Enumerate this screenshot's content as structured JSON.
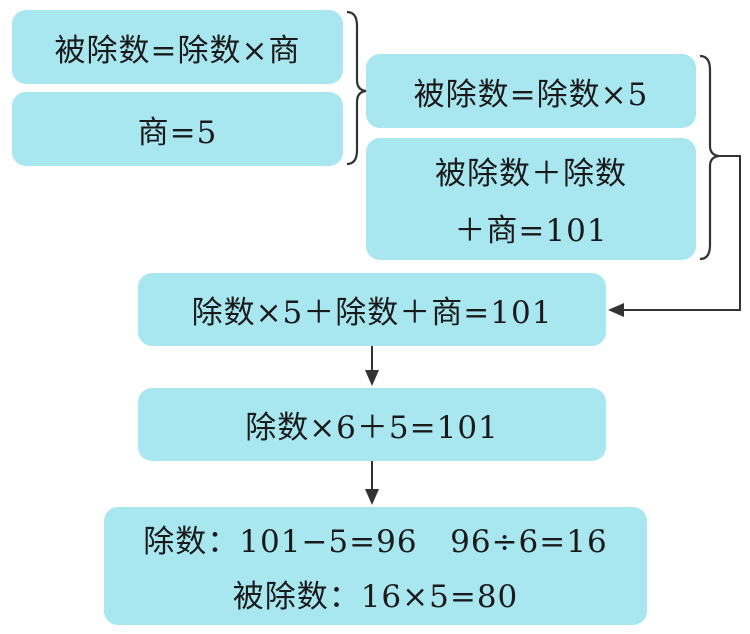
{
  "boxes": {
    "b1": "被除数=除数×商",
    "b2": "商=5",
    "b3": "被除数=除数×5",
    "b4_line1": "被除数＋除数",
    "b4_line2": "＋商=101",
    "b5": "除数×5＋除数＋商=101",
    "b6": "除数×6＋5=101",
    "b7_line1": "除数：101−5=96   96÷6=16",
    "b7_line2": "被除数：16×5=80"
  },
  "colors": {
    "box_fill": "#a8e6f0",
    "text": "#1a1a1a",
    "connector": "#333333"
  }
}
